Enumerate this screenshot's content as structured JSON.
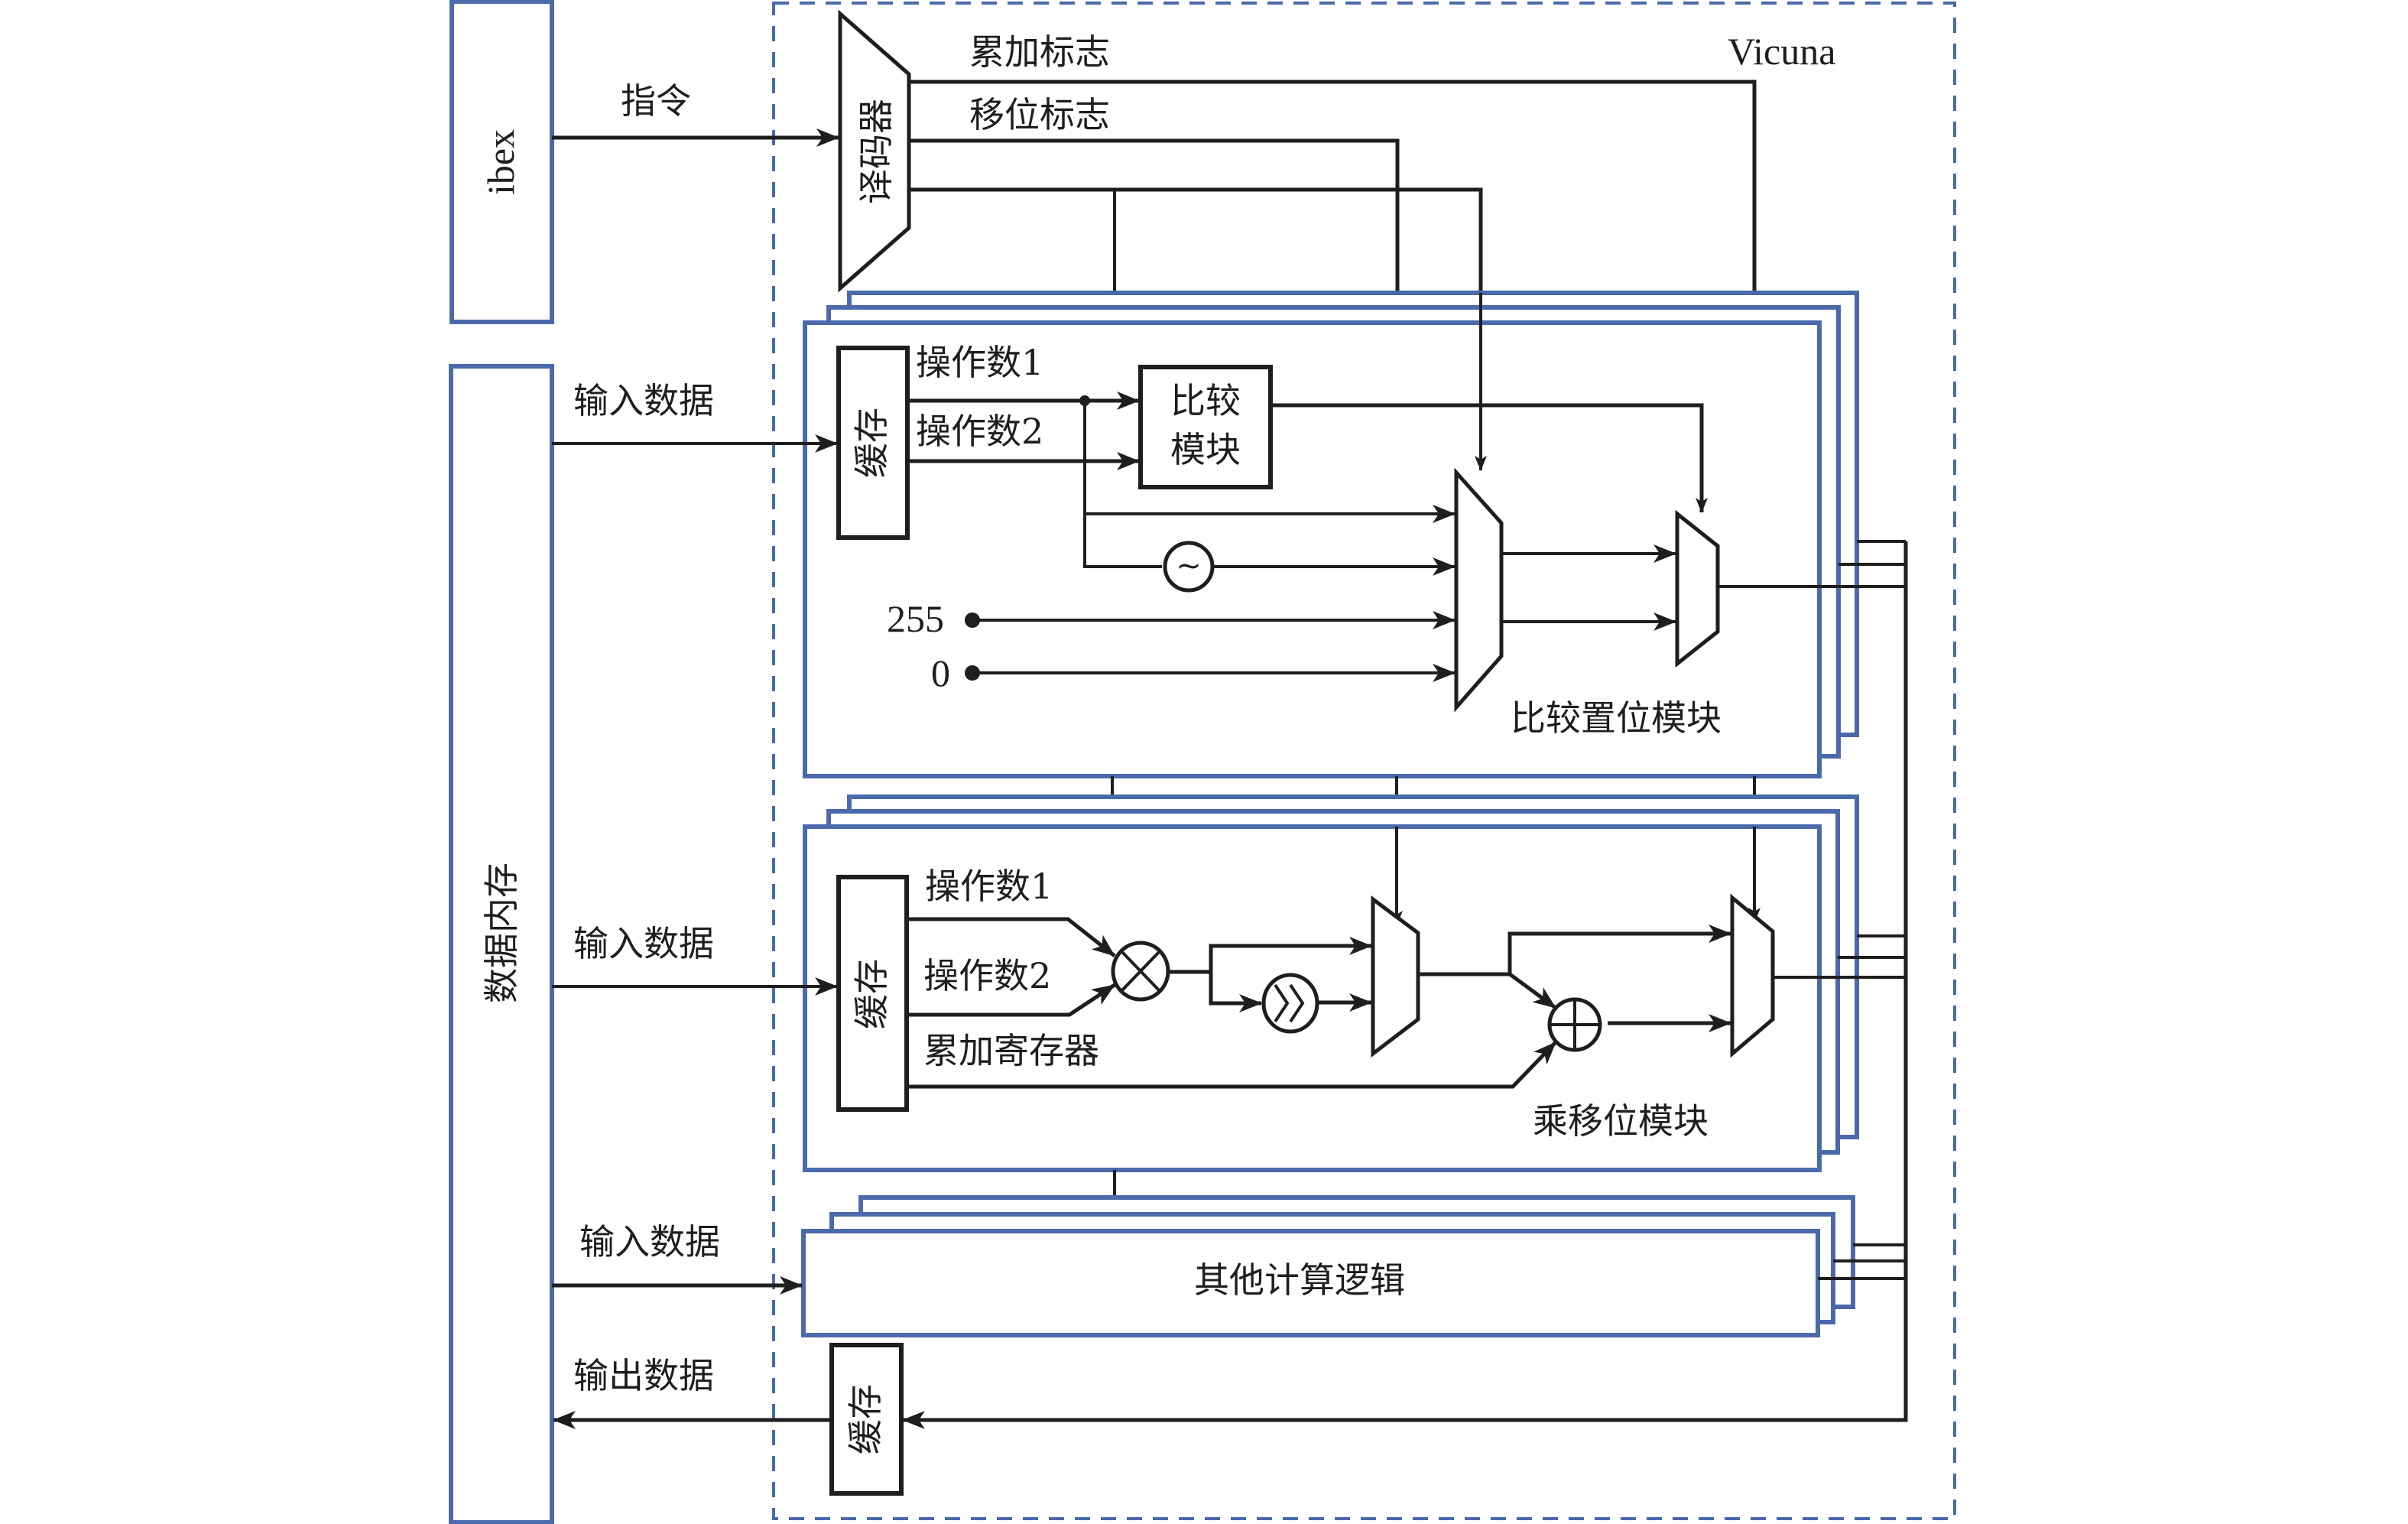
{
  "figure": {
    "title": "Vicuna",
    "colors": {
      "block_border": "#4a6aab",
      "wire": "#1e1e1e",
      "background": "#ffffff"
    }
  },
  "external": {
    "ibex": "ibex",
    "data_memory": "数据内存"
  },
  "signals": {
    "instruction": "指令",
    "input_data_1": "输入数据",
    "input_data_2": "输入数据",
    "input_data_3": "输入数据",
    "output_data": "输出数据",
    "accumulate_flag": "累加标志",
    "shift_flag": "移位标志"
  },
  "decoder": {
    "label": "译码器"
  },
  "compare_set_module": {
    "label": "比较置位模块",
    "buffer": "缓存",
    "operand1": "操作数1",
    "operand2": "操作数2",
    "compare_block_line1": "比较",
    "compare_block_line2": "模块",
    "invert_symbol": "~",
    "const_high": "255",
    "const_low": "0"
  },
  "mul_shift_module": {
    "label": "乘移位模块",
    "buffer": "缓存",
    "operand1": "操作数1",
    "operand2": "操作数2",
    "accumulator": "累加寄存器",
    "multiply_symbol": "×",
    "shift_symbol": "≫",
    "add_symbol": "+"
  },
  "other_logic": {
    "label": "其他计算逻辑"
  },
  "output_buffer": {
    "label": "缓存"
  }
}
